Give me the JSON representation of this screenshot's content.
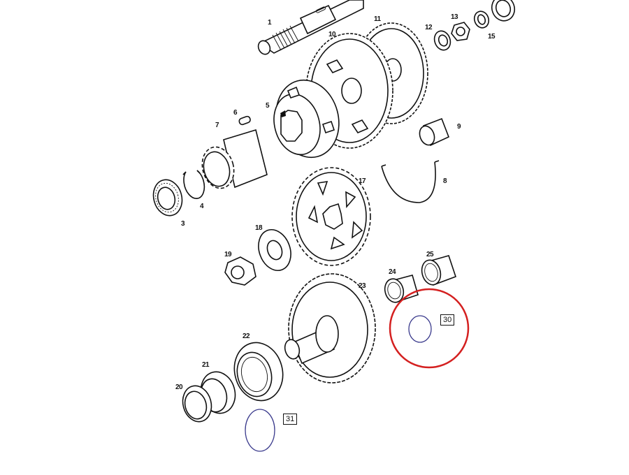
{
  "diagram": {
    "type": "exploded-parts-view",
    "parts": [
      {
        "number": "1",
        "label": "1",
        "name": "main-shaft"
      },
      {
        "number": "3",
        "label": "3",
        "name": "ball-bearing"
      },
      {
        "number": "4",
        "label": "4",
        "name": "circlip"
      },
      {
        "number": "5",
        "label": "5",
        "name": "clutch-hub"
      },
      {
        "number": "6",
        "label": "6",
        "name": "pin"
      },
      {
        "number": "7",
        "label": "7",
        "name": "sprocket-sleeve"
      },
      {
        "number": "8",
        "label": "8",
        "name": "wire-clip"
      },
      {
        "number": "9",
        "label": "9",
        "name": "bushing"
      },
      {
        "number": "10",
        "label": "10",
        "name": "gear"
      },
      {
        "number": "11",
        "label": "11",
        "name": "gear"
      },
      {
        "number": "12",
        "label": "12",
        "name": "lock-washer"
      },
      {
        "number": "13",
        "label": "13",
        "name": "nut"
      },
      {
        "number": "15",
        "label": "15",
        "name": "washer"
      },
      {
        "number": "17",
        "label": "17",
        "name": "sprocket"
      },
      {
        "number": "18",
        "label": "18",
        "name": "tab-washer"
      },
      {
        "number": "19",
        "label": "19",
        "name": "hex-nut"
      },
      {
        "number": "20",
        "label": "20",
        "name": "bearing-race"
      },
      {
        "number": "21",
        "label": "21",
        "name": "bearing-race"
      },
      {
        "number": "22",
        "label": "22",
        "name": "roller-bearing"
      },
      {
        "number": "23",
        "label": "23",
        "name": "gear-shaft"
      },
      {
        "number": "24",
        "label": "24",
        "name": "needle-bearing"
      },
      {
        "number": "25",
        "label": "25",
        "name": "needle-bearing"
      }
    ],
    "annotations": [
      {
        "label": "30",
        "name": "o-ring-30",
        "highlighted": true
      },
      {
        "label": "31",
        "name": "o-ring-31",
        "highlighted": false
      }
    ],
    "colors": {
      "ink": "#111111",
      "highlight_circle": "#d42020",
      "o_ring": "#3a3a8c",
      "background": "#ffffff"
    }
  }
}
